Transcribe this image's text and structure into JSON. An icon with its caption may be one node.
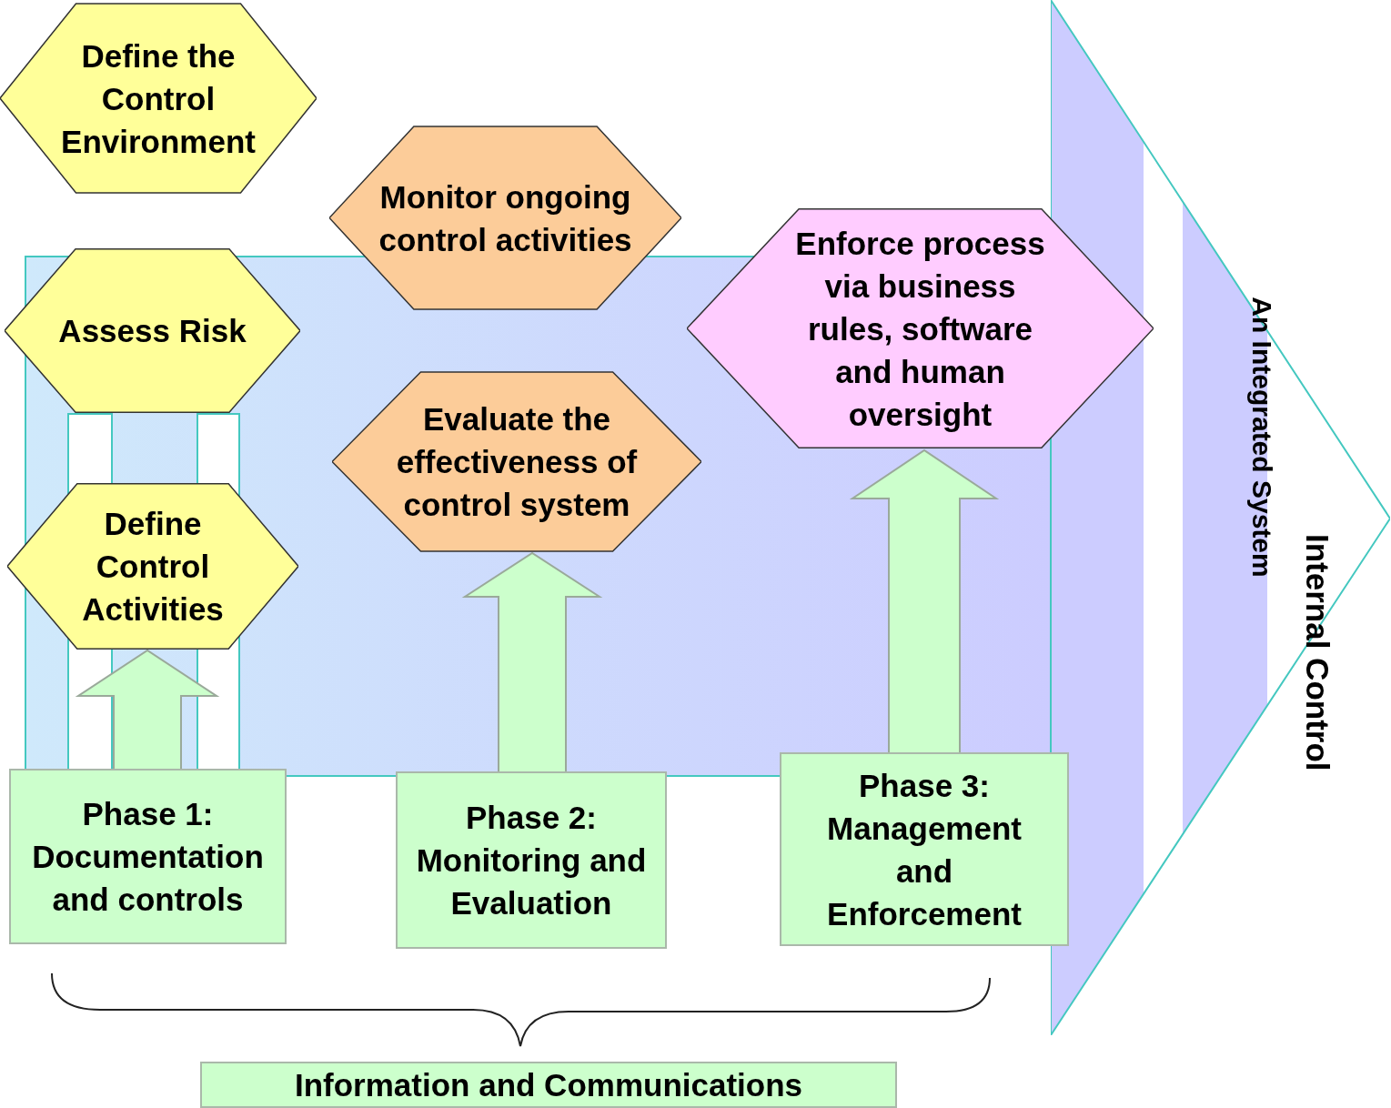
{
  "diagram": {
    "nodes": [
      {
        "text": [
          "Define the Control Environment"
        ]
      },
      {
        "text": [
          "Monitor ongoing control activities"
        ]
      },
      {
        "text": [
          "Assess Risk"
        ]
      },
      {
        "text": [
          "Enforce process via business rules, software and human oversight"
        ]
      },
      {
        "text": [
          "Evaluate the effectiveness of control system"
        ]
      },
      {
        "text": [
          "Define Control Activities"
        ]
      },
      {
        "text": [
          "Phase 1: Documentation and controls"
        ]
      },
      {
        "text": [
          "Phase 2: Monitoring and Evaluation"
        ]
      },
      {
        "text": [
          "Phase 3: Management and Enforcement"
        ]
      },
      {
        "text": [
          "Information and Communications"
        ]
      },
      {
        "text": [
          "An Integrated System",
          "Internal Control"
        ]
      }
    ],
    "edges": [
      {
        "from": 6,
        "to": 5,
        "arrow": "to",
        "style": "thick"
      },
      {
        "from": 7,
        "to": 4,
        "arrow": "to",
        "style": "thick"
      },
      {
        "from": 8,
        "to": 3,
        "arrow": "to",
        "style": "thick"
      }
    ]
  }
}
